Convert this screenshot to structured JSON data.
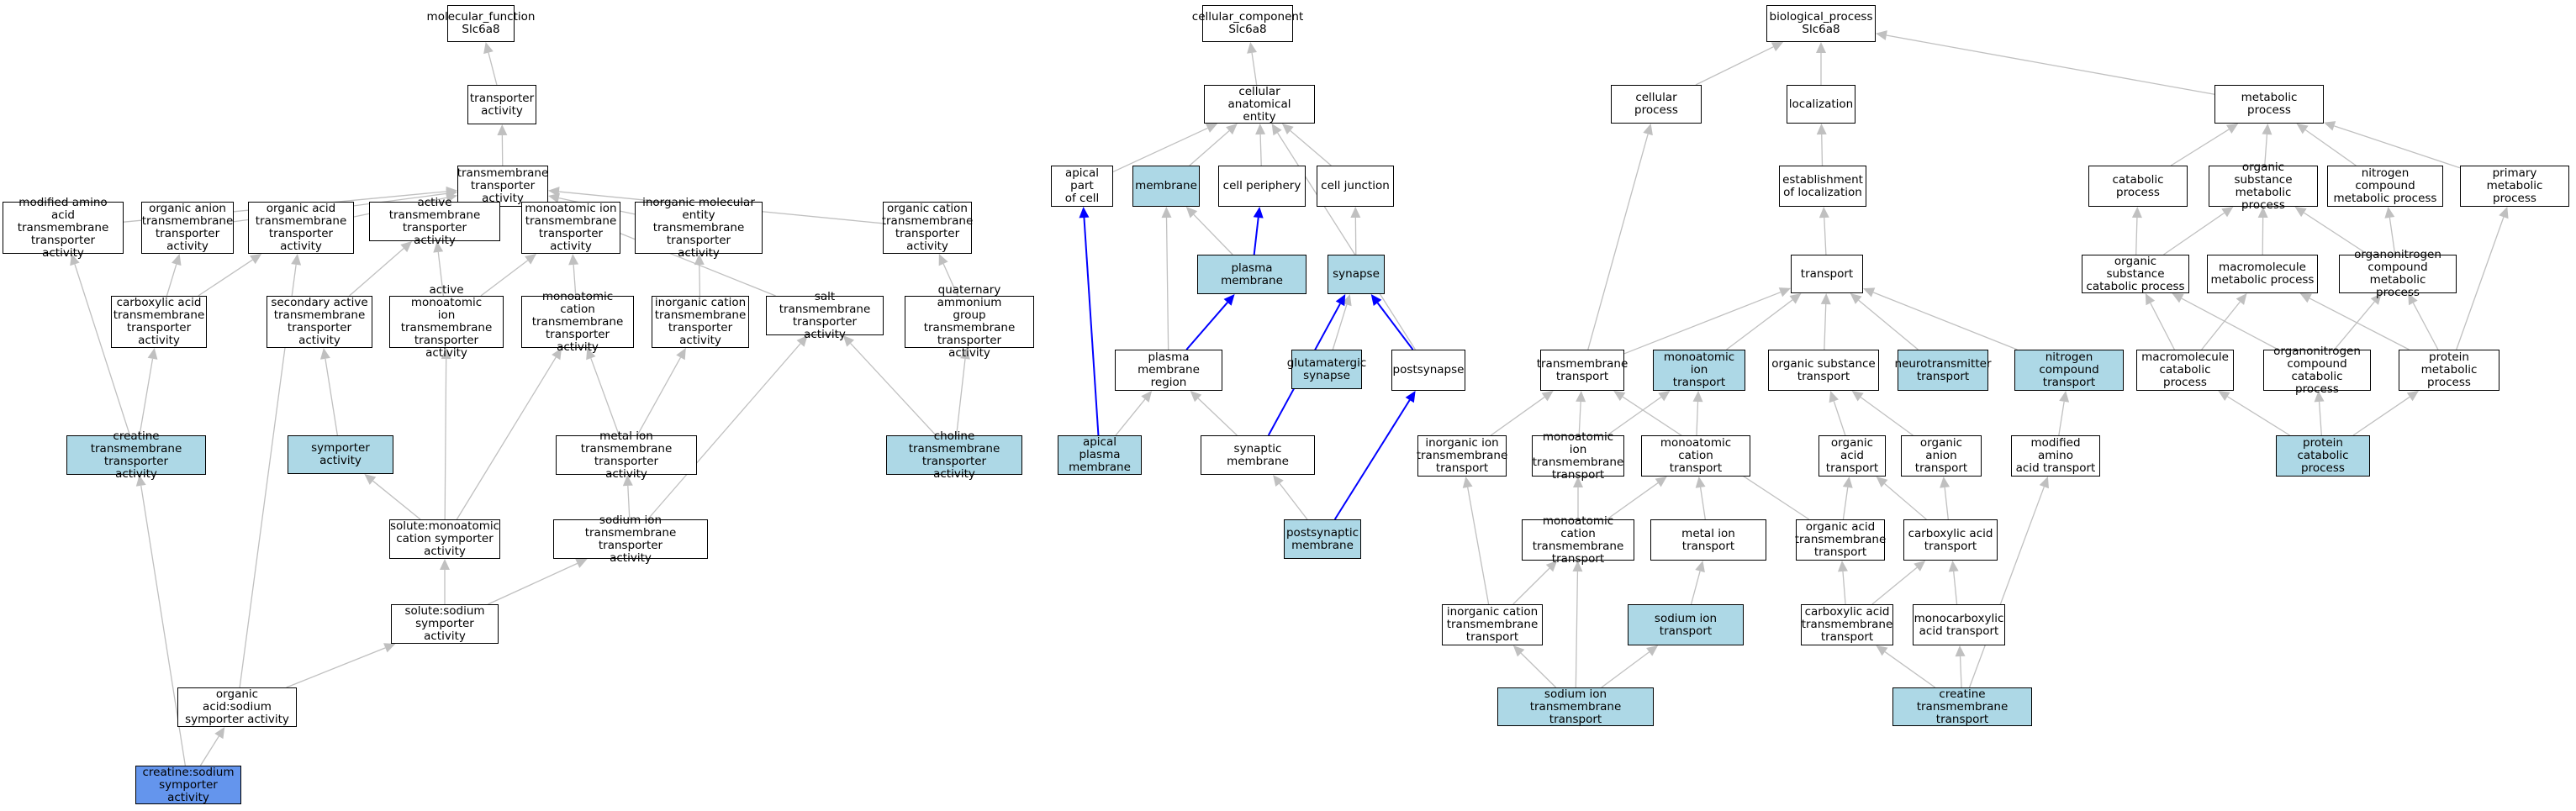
{
  "colors": {
    "default_fill": "#ffffff",
    "light_fill": "#add8e6",
    "query_fill": "#6495ed",
    "edge_gray": "#c0c0c0",
    "edge_blue": "#0000ff"
  },
  "nodes": {
    "mf_root": {
      "label": "molecular_function\nSlc6a8",
      "fill": "default"
    },
    "transporter_activity": {
      "label": "transporter\nactivity",
      "fill": "default"
    },
    "tm_transporter_activity": {
      "label": "transmembrane\ntransporter\nactivity",
      "fill": "default"
    },
    "mod_aa_tm": {
      "label": "modified amino\nacid transmembrane\ntransporter\nactivity",
      "fill": "default"
    },
    "org_anion_tm": {
      "label": "organic anion\ntransmembrane\ntransporter\nactivity",
      "fill": "default"
    },
    "org_acid_tm": {
      "label": "organic acid\ntransmembrane\ntransporter\nactivity",
      "fill": "default"
    },
    "active_tm": {
      "label": "active transmembrane\ntransporter\nactivity",
      "fill": "default"
    },
    "monoatomic_ion_tm": {
      "label": "monoatomic ion\ntransmembrane\ntransporter\nactivity",
      "fill": "default"
    },
    "inorg_mol_tm": {
      "label": "inorganic molecular\nentity transmembrane\ntransporter\nactivity",
      "fill": "default"
    },
    "org_cation_tm": {
      "label": "organic cation\ntransmembrane\ntransporter\nactivity",
      "fill": "default"
    },
    "carboxylic_acid_tm": {
      "label": "carboxylic acid\ntransmembrane\ntransporter\nactivity",
      "fill": "default"
    },
    "secondary_active_tm": {
      "label": "secondary active\ntransmembrane\ntransporter\nactivity",
      "fill": "default"
    },
    "active_monoatomic_ion_tm": {
      "label": "active monoatomic\nion transmembrane\ntransporter\nactivity",
      "fill": "default"
    },
    "monoatomic_cation_tm": {
      "label": "monoatomic cation\ntransmembrane\ntransporter\nactivity",
      "fill": "default"
    },
    "inorg_cation_tm": {
      "label": "inorganic cation\ntransmembrane\ntransporter\nactivity",
      "fill": "default"
    },
    "salt_tm": {
      "label": "salt transmembrane\ntransporter\nactivity",
      "fill": "default"
    },
    "quat_ammonium_tm": {
      "label": "quaternary ammonium\ngroup transmembrane\ntransporter\nactivity",
      "fill": "default"
    },
    "creatine_tm_activity": {
      "label": "creatine transmembrane\ntransporter\nactivity",
      "fill": "light"
    },
    "symporter_activity": {
      "label": "symporter activity",
      "fill": "light"
    },
    "metal_ion_tm": {
      "label": "metal ion transmembrane\ntransporter\nactivity",
      "fill": "default"
    },
    "choline_tm": {
      "label": "choline transmembrane\ntransporter\nactivity",
      "fill": "light"
    },
    "solute_monoatomic_cation_symp": {
      "label": "solute:monoatomic\ncation symporter\nactivity",
      "fill": "default"
    },
    "sodium_ion_tm_activity": {
      "label": "sodium ion transmembrane\ntransporter\nactivity",
      "fill": "default"
    },
    "solute_sodium_symp": {
      "label": "solute:sodium\nsymporter activity",
      "fill": "default"
    },
    "org_acid_sodium_symp": {
      "label": "organic acid:sodium\nsymporter activity",
      "fill": "default"
    },
    "creatine_sodium_symp": {
      "label": "creatine:sodium\nsymporter activity",
      "fill": "query"
    },
    "cc_root": {
      "label": "cellular_component\nSlc6a8",
      "fill": "default"
    },
    "cell_anat_entity": {
      "label": "cellular anatomical\nentity",
      "fill": "default"
    },
    "apical_part": {
      "label": "apical part\nof cell",
      "fill": "default"
    },
    "membrane": {
      "label": "membrane",
      "fill": "light"
    },
    "cell_periphery": {
      "label": "cell periphery",
      "fill": "default"
    },
    "cell_junction": {
      "label": "cell junction",
      "fill": "default"
    },
    "plasma_membrane": {
      "label": "plasma membrane",
      "fill": "light"
    },
    "synapse": {
      "label": "synapse",
      "fill": "light"
    },
    "pm_region": {
      "label": "plasma membrane\nregion",
      "fill": "default"
    },
    "glutamatergic_synapse": {
      "label": "glutamatergic\nsynapse",
      "fill": "light"
    },
    "postsynapse": {
      "label": "postsynapse",
      "fill": "default"
    },
    "apical_pm": {
      "label": "apical plasma\nmembrane",
      "fill": "light"
    },
    "synaptic_membrane": {
      "label": "synaptic membrane",
      "fill": "default"
    },
    "postsynaptic_membrane": {
      "label": "postsynaptic\nmembrane",
      "fill": "light"
    },
    "bp_root": {
      "label": "biological_process\nSlc6a8",
      "fill": "default"
    },
    "cellular_process": {
      "label": "cellular process",
      "fill": "default"
    },
    "localization": {
      "label": "localization",
      "fill": "default"
    },
    "metabolic_process": {
      "label": "metabolic process",
      "fill": "default"
    },
    "establishment_localization": {
      "label": "establishment\nof localization",
      "fill": "default"
    },
    "catabolic_process": {
      "label": "catabolic process",
      "fill": "default"
    },
    "org_sub_metabolic": {
      "label": "organic substance\nmetabolic process",
      "fill": "default"
    },
    "nitrogen_compound_metabolic": {
      "label": "nitrogen compound\nmetabolic process",
      "fill": "default"
    },
    "primary_metabolic": {
      "label": "primary metabolic\nprocess",
      "fill": "default"
    },
    "transport": {
      "label": "transport",
      "fill": "default"
    },
    "org_sub_catabolic": {
      "label": "organic substance\ncatabolic process",
      "fill": "default"
    },
    "macromolecule_metabolic": {
      "label": "macromolecule\nmetabolic process",
      "fill": "default"
    },
    "organonitrogen_metabolic": {
      "label": "organonitrogen\ncompound metabolic\nprocess",
      "fill": "default"
    },
    "tm_transport": {
      "label": "transmembrane\ntransport",
      "fill": "default"
    },
    "monoatomic_ion_transport": {
      "label": "monoatomic ion\ntransport",
      "fill": "light"
    },
    "org_sub_transport": {
      "label": "organic substance\ntransport",
      "fill": "default"
    },
    "neurotransmitter_transport": {
      "label": "neurotransmitter\ntransport",
      "fill": "light"
    },
    "nitrogen_compound_transport": {
      "label": "nitrogen compound\ntransport",
      "fill": "light"
    },
    "macromolecule_catabolic": {
      "label": "macromolecule\ncatabolic process",
      "fill": "default"
    },
    "organonitrogen_catabolic": {
      "label": "organonitrogen\ncompound catabolic\nprocess",
      "fill": "default"
    },
    "protein_metabolic": {
      "label": "protein metabolic\nprocess",
      "fill": "default"
    },
    "inorg_ion_tm_transport": {
      "label": "inorganic ion\ntransmembrane\ntransport",
      "fill": "default"
    },
    "monoatomic_ion_tm_transport": {
      "label": "monoatomic ion\ntransmembrane\ntransport",
      "fill": "default"
    },
    "monoatomic_cation_transport": {
      "label": "monoatomic cation\ntransport",
      "fill": "default"
    },
    "org_acid_transport": {
      "label": "organic acid\ntransport",
      "fill": "default"
    },
    "org_anion_transport": {
      "label": "organic anion\ntransport",
      "fill": "default"
    },
    "mod_aa_transport": {
      "label": "modified amino\nacid transport",
      "fill": "default"
    },
    "protein_catabolic": {
      "label": "protein catabolic\nprocess",
      "fill": "light"
    },
    "monoatomic_cation_tm_transport": {
      "label": "monoatomic cation\ntransmembrane\ntransport",
      "fill": "default"
    },
    "metal_ion_transport": {
      "label": "metal ion transport",
      "fill": "default"
    },
    "org_acid_tm_transport": {
      "label": "organic acid\ntransmembrane\ntransport",
      "fill": "default"
    },
    "carboxylic_acid_transport": {
      "label": "carboxylic acid\ntransport",
      "fill": "default"
    },
    "sodium_ion_transport": {
      "label": "sodium ion transport",
      "fill": "light"
    },
    "inorg_cation_tm_transport": {
      "label": "inorganic cation\ntransmembrane\ntransport",
      "fill": "default"
    },
    "carboxylic_acid_tm_transport": {
      "label": "carboxylic acid\ntransmembrane\ntransport",
      "fill": "default"
    },
    "monocarboxylic_acid_transport": {
      "label": "monocarboxylic\nacid transport",
      "fill": "default"
    },
    "sodium_ion_tm_transport": {
      "label": "sodium ion transmembrane\ntransport",
      "fill": "light"
    },
    "creatine_tm_transport": {
      "label": "creatine transmembrane\ntransport",
      "fill": "light"
    }
  },
  "edges": [
    [
      "transporter_activity",
      "mf_root",
      "gray"
    ],
    [
      "tm_transporter_activity",
      "transporter_activity",
      "gray"
    ],
    [
      "mod_aa_tm",
      "tm_transporter_activity",
      "gray"
    ],
    [
      "org_anion_tm",
      "tm_transporter_activity",
      "gray"
    ],
    [
      "org_acid_tm",
      "tm_transporter_activity",
      "gray"
    ],
    [
      "active_tm",
      "tm_transporter_activity",
      "gray"
    ],
    [
      "monoatomic_ion_tm",
      "tm_transporter_activity",
      "gray"
    ],
    [
      "inorg_mol_tm",
      "tm_transporter_activity",
      "gray"
    ],
    [
      "org_cation_tm",
      "tm_transporter_activity",
      "gray"
    ],
    [
      "salt_tm",
      "tm_transporter_activity",
      "gray"
    ],
    [
      "carboxylic_acid_tm",
      "org_anion_tm",
      "gray"
    ],
    [
      "carboxylic_acid_tm",
      "org_acid_tm",
      "gray"
    ],
    [
      "secondary_active_tm",
      "active_tm",
      "gray"
    ],
    [
      "active_monoatomic_ion_tm",
      "active_tm",
      "gray"
    ],
    [
      "active_monoatomic_ion_tm",
      "monoatomic_ion_tm",
      "gray"
    ],
    [
      "monoatomic_cation_tm",
      "monoatomic_ion_tm",
      "gray"
    ],
    [
      "inorg_cation_tm",
      "inorg_mol_tm",
      "gray"
    ],
    [
      "quat_ammonium_tm",
      "org_cation_tm",
      "gray"
    ],
    [
      "creatine_tm_activity",
      "mod_aa_tm",
      "gray"
    ],
    [
      "creatine_tm_activity",
      "carboxylic_acid_tm",
      "gray"
    ],
    [
      "symporter_activity",
      "secondary_active_tm",
      "gray"
    ],
    [
      "metal_ion_tm",
      "monoatomic_cation_tm",
      "gray"
    ],
    [
      "metal_ion_tm",
      "inorg_cation_tm",
      "gray"
    ],
    [
      "choline_tm",
      "quat_ammonium_tm",
      "gray"
    ],
    [
      "choline_tm",
      "salt_tm",
      "gray"
    ],
    [
      "solute_monoatomic_cation_symp",
      "symporter_activity",
      "gray"
    ],
    [
      "solute_monoatomic_cation_symp",
      "active_monoatomic_ion_tm",
      "gray"
    ],
    [
      "solute_monoatomic_cation_symp",
      "monoatomic_cation_tm",
      "gray"
    ],
    [
      "sodium_ion_tm_activity",
      "metal_ion_tm",
      "gray"
    ],
    [
      "sodium_ion_tm_activity",
      "salt_tm",
      "gray"
    ],
    [
      "solute_sodium_symp",
      "solute_monoatomic_cation_symp",
      "gray"
    ],
    [
      "solute_sodium_symp",
      "sodium_ion_tm_activity",
      "gray"
    ],
    [
      "org_acid_sodium_symp",
      "solute_sodium_symp",
      "gray"
    ],
    [
      "org_acid_sodium_symp",
      "org_acid_tm",
      "gray"
    ],
    [
      "creatine_sodium_symp",
      "org_acid_sodium_symp",
      "gray"
    ],
    [
      "creatine_sodium_symp",
      "creatine_tm_activity",
      "gray"
    ],
    [
      "cell_anat_entity",
      "cc_root",
      "gray"
    ],
    [
      "apical_part",
      "cell_anat_entity",
      "gray"
    ],
    [
      "membrane",
      "cell_anat_entity",
      "gray"
    ],
    [
      "cell_periphery",
      "cell_anat_entity",
      "gray"
    ],
    [
      "cell_junction",
      "cell_anat_entity",
      "gray"
    ],
    [
      "postsynapse",
      "cell_anat_entity",
      "gray"
    ],
    [
      "plasma_membrane",
      "membrane",
      "gray"
    ],
    [
      "plasma_membrane",
      "cell_periphery",
      "blue"
    ],
    [
      "synapse",
      "cell_junction",
      "gray"
    ],
    [
      "pm_region",
      "plasma_membrane",
      "blue"
    ],
    [
      "pm_region",
      "membrane",
      "gray"
    ],
    [
      "glutamatergic_synapse",
      "synapse",
      "gray"
    ],
    [
      "postsynapse",
      "synapse",
      "blue"
    ],
    [
      "apical_pm",
      "apical_part",
      "blue"
    ],
    [
      "apical_pm",
      "pm_region",
      "gray"
    ],
    [
      "synaptic_membrane",
      "pm_region",
      "gray"
    ],
    [
      "synaptic_membrane",
      "synapse",
      "blue"
    ],
    [
      "postsynaptic_membrane",
      "synaptic_membrane",
      "gray"
    ],
    [
      "postsynaptic_membrane",
      "postsynapse",
      "blue"
    ],
    [
      "cellular_process",
      "bp_root",
      "gray"
    ],
    [
      "localization",
      "bp_root",
      "gray"
    ],
    [
      "metabolic_process",
      "bp_root",
      "gray"
    ],
    [
      "establishment_localization",
      "localization",
      "gray"
    ],
    [
      "catabolic_process",
      "metabolic_process",
      "gray"
    ],
    [
      "org_sub_metabolic",
      "metabolic_process",
      "gray"
    ],
    [
      "nitrogen_compound_metabolic",
      "metabolic_process",
      "gray"
    ],
    [
      "primary_metabolic",
      "metabolic_process",
      "gray"
    ],
    [
      "transport",
      "establishment_localization",
      "gray"
    ],
    [
      "org_sub_catabolic",
      "catabolic_process",
      "gray"
    ],
    [
      "org_sub_catabolic",
      "org_sub_metabolic",
      "gray"
    ],
    [
      "macromolecule_metabolic",
      "org_sub_metabolic",
      "gray"
    ],
    [
      "organonitrogen_metabolic",
      "org_sub_metabolic",
      "gray"
    ],
    [
      "organonitrogen_metabolic",
      "nitrogen_compound_metabolic",
      "gray"
    ],
    [
      "tm_transport",
      "transport",
      "gray"
    ],
    [
      "tm_transport",
      "cellular_process",
      "gray"
    ],
    [
      "monoatomic_ion_transport",
      "transport",
      "gray"
    ],
    [
      "org_sub_transport",
      "transport",
      "gray"
    ],
    [
      "neurotransmitter_transport",
      "transport",
      "gray"
    ],
    [
      "nitrogen_compound_transport",
      "transport",
      "gray"
    ],
    [
      "macromolecule_catabolic",
      "org_sub_catabolic",
      "gray"
    ],
    [
      "macromolecule_catabolic",
      "macromolecule_metabolic",
      "gray"
    ],
    [
      "organonitrogen_catabolic",
      "org_sub_catabolic",
      "gray"
    ],
    [
      "organonitrogen_catabolic",
      "organonitrogen_metabolic",
      "gray"
    ],
    [
      "protein_metabolic",
      "macromolecule_metabolic",
      "gray"
    ],
    [
      "protein_metabolic",
      "organonitrogen_metabolic",
      "gray"
    ],
    [
      "protein_metabolic",
      "primary_metabolic",
      "gray"
    ],
    [
      "inorg_ion_tm_transport",
      "tm_transport",
      "gray"
    ],
    [
      "monoatomic_ion_tm_transport",
      "tm_transport",
      "gray"
    ],
    [
      "monoatomic_ion_tm_transport",
      "monoatomic_ion_transport",
      "gray"
    ],
    [
      "monoatomic_cation_transport",
      "monoatomic_ion_transport",
      "gray"
    ],
    [
      "org_acid_transport",
      "org_sub_transport",
      "gray"
    ],
    [
      "org_anion_transport",
      "org_sub_transport",
      "gray"
    ],
    [
      "mod_aa_transport",
      "nitrogen_compound_transport",
      "gray"
    ],
    [
      "protein_catabolic",
      "macromolecule_catabolic",
      "gray"
    ],
    [
      "protein_catabolic",
      "organonitrogen_catabolic",
      "gray"
    ],
    [
      "protein_catabolic",
      "protein_metabolic",
      "gray"
    ],
    [
      "monoatomic_cation_tm_transport",
      "monoatomic_ion_tm_transport",
      "gray"
    ],
    [
      "monoatomic_cation_tm_transport",
      "monoatomic_cation_transport",
      "gray"
    ],
    [
      "metal_ion_transport",
      "monoatomic_cation_transport",
      "gray"
    ],
    [
      "org_acid_tm_transport",
      "org_acid_transport",
      "gray"
    ],
    [
      "org_acid_tm_transport",
      "tm_transport",
      "gray"
    ],
    [
      "carboxylic_acid_transport",
      "org_acid_transport",
      "gray"
    ],
    [
      "carboxylic_acid_transport",
      "org_anion_transport",
      "gray"
    ],
    [
      "sodium_ion_transport",
      "metal_ion_transport",
      "gray"
    ],
    [
      "inorg_cation_tm_transport",
      "inorg_ion_tm_transport",
      "gray"
    ],
    [
      "inorg_cation_tm_transport",
      "monoatomic_cation_tm_transport",
      "gray"
    ],
    [
      "carboxylic_acid_tm_transport",
      "org_acid_tm_transport",
      "gray"
    ],
    [
      "carboxylic_acid_tm_transport",
      "carboxylic_acid_transport",
      "gray"
    ],
    [
      "monocarboxylic_acid_transport",
      "carboxylic_acid_transport",
      "gray"
    ],
    [
      "sodium_ion_tm_transport",
      "inorg_cation_tm_transport",
      "gray"
    ],
    [
      "sodium_ion_tm_transport",
      "monoatomic_cation_tm_transport",
      "gray"
    ],
    [
      "sodium_ion_tm_transport",
      "sodium_ion_transport",
      "gray"
    ],
    [
      "creatine_tm_transport",
      "carboxylic_acid_tm_transport",
      "gray"
    ],
    [
      "creatine_tm_transport",
      "monocarboxylic_acid_transport",
      "gray"
    ],
    [
      "creatine_tm_transport",
      "mod_aa_transport",
      "gray"
    ]
  ]
}
